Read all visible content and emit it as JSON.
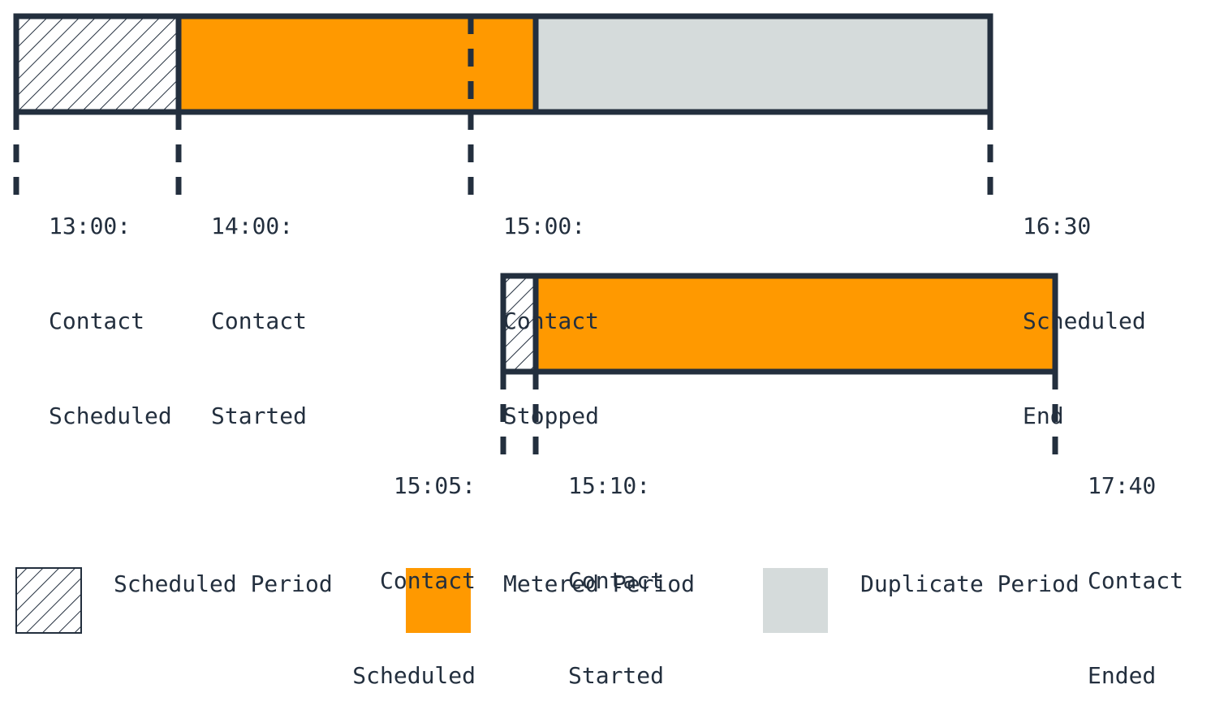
{
  "colors": {
    "outline": "#232f3e",
    "metered": "#ff9900",
    "duplicate": "#d5dbdb",
    "hatch": "#232f3e",
    "background": "#ffffff"
  },
  "timeline_1": {
    "markers": [
      {
        "lines": [
          "13:00:",
          "Contact",
          "Scheduled"
        ]
      },
      {
        "lines": [
          "14:00:",
          "Contact",
          "Started"
        ]
      },
      {
        "lines": [
          "15:00:",
          "Contact",
          "Stopped"
        ]
      },
      {
        "lines": [
          "16:30",
          "Scheduled",
          "End"
        ]
      }
    ]
  },
  "timeline_2": {
    "markers": [
      {
        "lines": [
          "15:05:",
          "Contact",
          "Scheduled"
        ]
      },
      {
        "lines": [
          "15:10:",
          "Contact",
          "Started"
        ]
      },
      {
        "lines": [
          "17:40",
          "Contact",
          "Ended"
        ]
      }
    ]
  },
  "legend": {
    "scheduled": "Scheduled Period",
    "metered": "Metered Period",
    "duplicate": "Duplicate Period"
  }
}
